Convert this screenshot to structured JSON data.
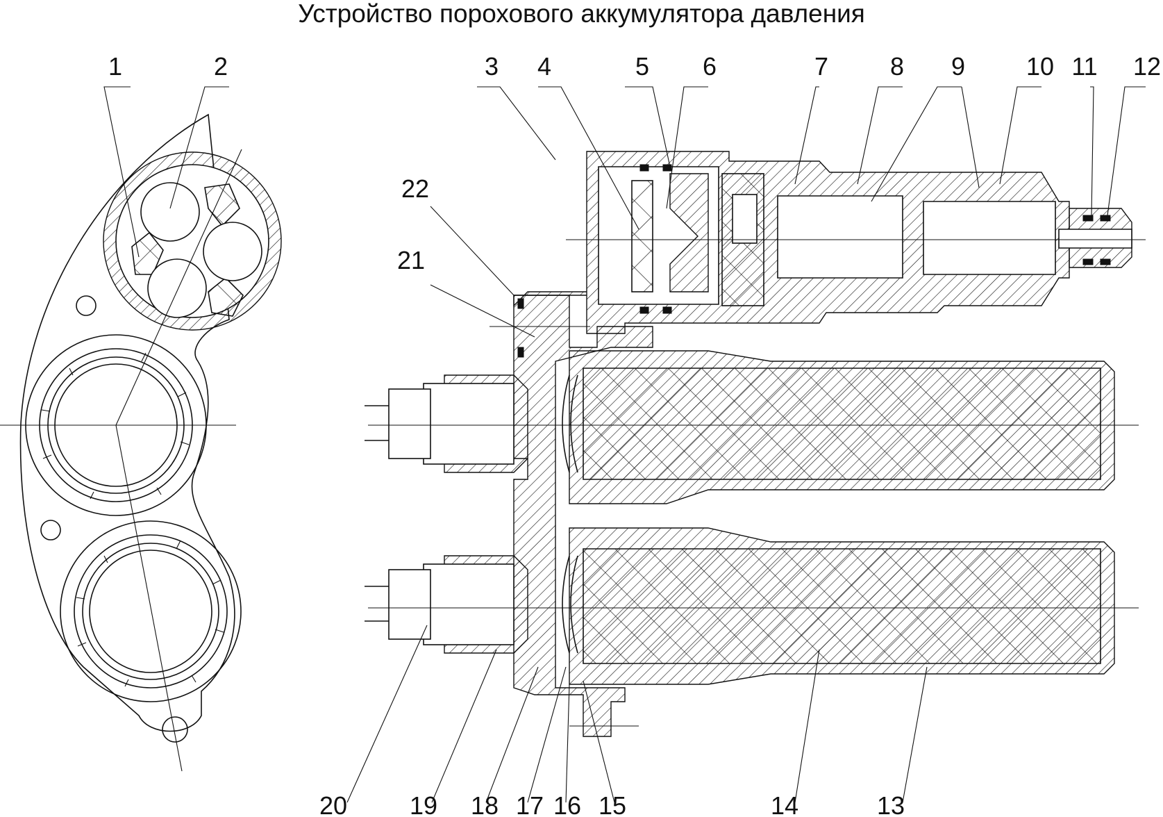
{
  "title": "Устройство порохового аккумулятора давления",
  "callouts": {
    "c1": "1",
    "c2": "2",
    "c3": "3",
    "c4": "4",
    "c5": "5",
    "c6": "6",
    "c7": "7",
    "c8": "8",
    "c9": "9",
    "c10": "10",
    "c11": "11",
    "c12": "12",
    "c13": "13",
    "c14": "14",
    "c15": "15",
    "c16": "16",
    "c17": "17",
    "c18": "18",
    "c19": "19",
    "c20": "20",
    "c21": "21",
    "c22": "22"
  }
}
